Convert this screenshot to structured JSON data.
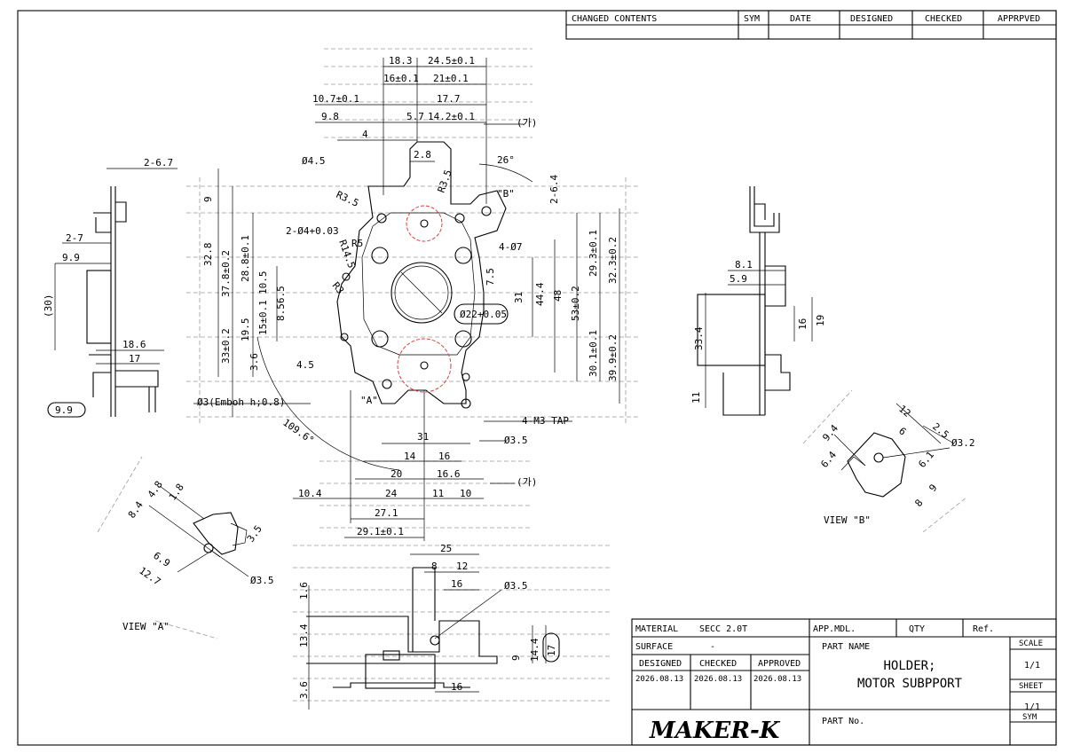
{
  "revision_table": {
    "headers": [
      "CHANGED CONTENTS",
      "SYM",
      "DATE",
      "DESIGNED",
      "CHECKED",
      "APPRPVED"
    ]
  },
  "title_block": {
    "material_label": "MATERIAL",
    "material_value": "SECC 2.0T",
    "app_mdl_label": "APP.MDL.",
    "qty_label": "QTY",
    "ref_label": "Ref.",
    "surface_label": "SURFACE",
    "surface_value": "-",
    "part_name_label": "PART NAME",
    "part_name_line1": "HOLDER;",
    "part_name_line2": "MOTOR SUBPPORT",
    "designed_label": "DESIGNED",
    "checked_label": "CHECKED",
    "approved_label": "APPROVED",
    "designed_date": "2026.08.13",
    "checked_date": "2026.08.13",
    "approved_date": "2026.08.13",
    "scale_label": "SCALE",
    "scale_value": "1/1",
    "sheet_label": "SHEET",
    "sheet_value": "1/1",
    "sym_label": "SYM",
    "part_no_label": "PART No.",
    "logo": "MAKER-K"
  },
  "views": {
    "view_a": "VIEW \"A\"",
    "view_b": "VIEW \"B\""
  },
  "dimensions": {
    "top": [
      "18.3",
      "24.5±0.1",
      "16±0.1",
      "21±0.1",
      "10.7±0.1",
      "17.7",
      "9.8",
      "5.7",
      "14.2±0.1",
      "4",
      "2.8",
      "(가)",
      "26°",
      "R3.5",
      "\"B\"",
      "2-6.4"
    ],
    "holes": [
      "Ø4.5",
      "R3.5",
      "2-Ø4+0.03",
      "R5",
      "R14.5",
      "4-Ø7",
      "Ø22+0.05",
      "7.5",
      "R3",
      "Ø3(Emboh h;0.8)",
      "\"A\"",
      "4-M3 TAP",
      "Ø3.5",
      "109.6°"
    ],
    "left_vertical": [
      "9",
      "32.8",
      "37.8±0.2",
      "28.8±0.1",
      "10.5",
      "8.56.5",
      "15±0.1",
      "19.5",
      "33±0.2",
      "3.6",
      "4.5"
    ],
    "right_vertical": [
      "31",
      "44.4",
      "48",
      "53±0.2",
      "29.3±0.1",
      "32.3±0.2",
      "30.1±0.1",
      "39.9±0.2"
    ],
    "bottom": [
      "31",
      "14",
      "16",
      "20",
      "16.6",
      "(가)",
      "10.4",
      "24",
      "11",
      "10",
      "27.1",
      "29.1±0.1"
    ],
    "left_side": [
      "2-6.7",
      "2-7",
      "9.9",
      "(30)",
      "18.6",
      "17",
      "9.9"
    ],
    "right_side": [
      "8.1",
      "5.9",
      "33.4",
      "16",
      "19",
      "11"
    ],
    "view_b_dims": [
      "12",
      "2.5",
      "6",
      "Ø3.2",
      "9.4",
      "6.4",
      "6.1",
      "9",
      "8"
    ],
    "view_a_dims": [
      "4.8",
      "1.8",
      "8.4",
      "3.5",
      "6.9",
      "12.7",
      "Ø3.5"
    ],
    "bottom_view": [
      "25",
      "8",
      "12",
      "16",
      "Ø3.5",
      "1.6",
      "13.4",
      "3.6",
      "9",
      "14.4",
      "17",
      "16"
    ]
  }
}
